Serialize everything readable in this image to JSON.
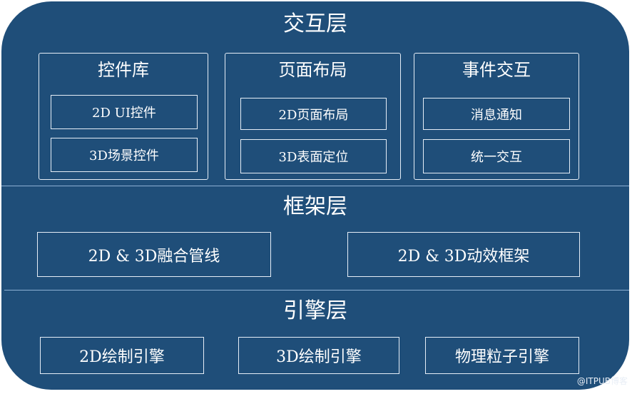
{
  "interaction_layer": {
    "title": "交互层",
    "groups": [
      {
        "title": "控件库",
        "items": [
          "2D UI控件",
          "3D场景控件"
        ]
      },
      {
        "title": "页面布局",
        "items": [
          "2D页面布局",
          "3D表面定位"
        ]
      },
      {
        "title": "事件交互",
        "items": [
          "消息通知",
          "统一交互"
        ]
      }
    ]
  },
  "framework_layer": {
    "title": "框架层",
    "items": [
      "2D & 3D融合管线",
      "2D & 3D动效框架"
    ]
  },
  "engine_layer": {
    "title": "引擎层",
    "items": [
      "2D绘制引擎",
      "3D绘制引擎",
      "物理粒子引擎"
    ]
  },
  "colors": {
    "panel": "#1f4e79",
    "border": "#e6eef7",
    "divider": "#8db0d4"
  },
  "watermark": "@ITPUB博客"
}
